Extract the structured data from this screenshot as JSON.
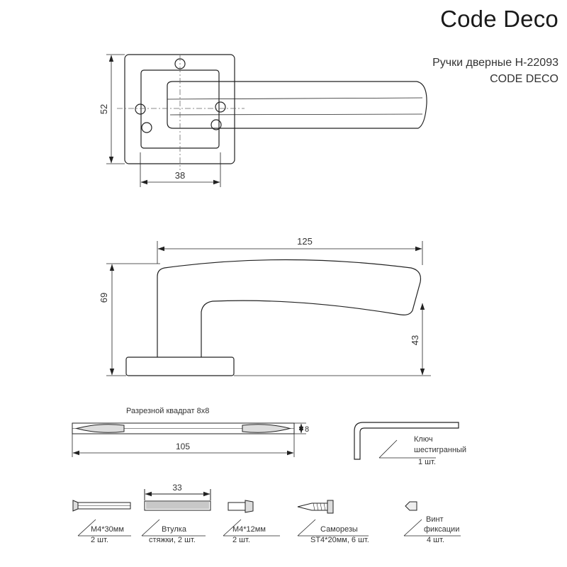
{
  "brand": "Code Deco",
  "product": {
    "title": "Ручки дверные H-22093",
    "maker": "CODE DECO"
  },
  "dimensions": {
    "rosette_height": "52",
    "hole_spacing": "38",
    "handle_length": "125",
    "total_height": "69",
    "lever_height": "43",
    "spindle_length": "105",
    "spindle_section": "8",
    "sleeve_length": "33"
  },
  "parts": {
    "spindle": {
      "name": "Разрезной квадрат 8х8"
    },
    "hex_key": {
      "line1": "Ключ",
      "line2": "шестигранный",
      "qty": "1 шт."
    },
    "bolt_30": {
      "name": "М4*30мм",
      "qty": "2 шт."
    },
    "sleeve": {
      "line1": "Втулка",
      "line2": "стяжки, 2 шт."
    },
    "bolt_12": {
      "name": "М4*12мм",
      "qty": "2 шт."
    },
    "screws": {
      "name": "Саморезы",
      "qty": "ST4*20мм, 6 шт."
    },
    "set_screw": {
      "line1": "Винт",
      "line2": "фиксации",
      "qty": "4 шт."
    }
  }
}
